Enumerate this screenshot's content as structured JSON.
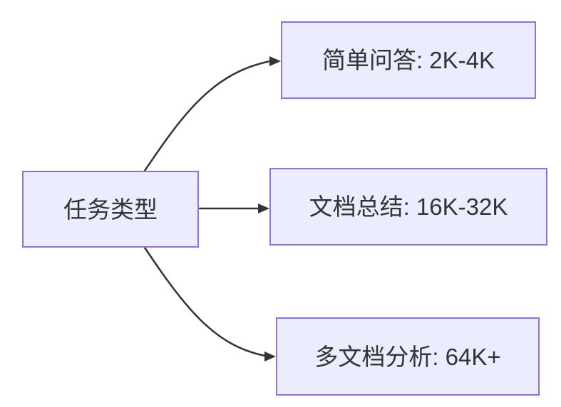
{
  "diagram": {
    "type": "flowchart",
    "direction": "left-to-right",
    "root": {
      "id": "task-type",
      "label": "任务类型"
    },
    "nodes": [
      {
        "id": "simple-qa",
        "label": "简单问答: 2K-4K"
      },
      {
        "id": "doc-summary",
        "label": "文档总结: 16K-32K"
      },
      {
        "id": "multi-doc-analysis",
        "label": "多文档分析: 64K+"
      }
    ],
    "edges": [
      {
        "from": "任务类型",
        "to": "简单问答: 2K-4K",
        "style": "curved-up",
        "arrow": "filled-triangle"
      },
      {
        "from": "任务类型",
        "to": "文档总结: 16K-32K",
        "style": "straight",
        "arrow": "filled-triangle"
      },
      {
        "from": "任务类型",
        "to": "多文档分析: 64K+",
        "style": "curved-down",
        "arrow": "filled-triangle"
      }
    ],
    "colors": {
      "background": "#FFFFFF",
      "node_fill": "#ECECFF",
      "node_border": "#9370DB",
      "edge_line": "#333333",
      "text": "#333333"
    }
  }
}
